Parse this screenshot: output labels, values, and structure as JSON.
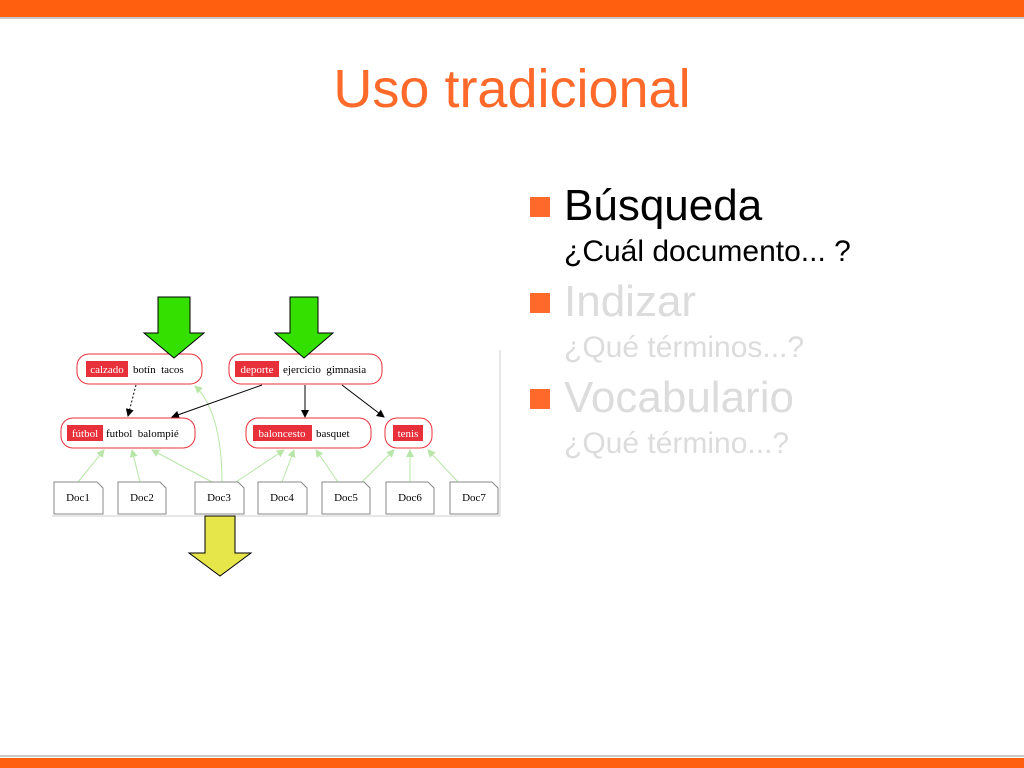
{
  "slide": {
    "title": "Uso tradicional"
  },
  "bullets": [
    {
      "head": "Búsqueda",
      "sub": "¿Cuál documento... ?"
    },
    {
      "head": "Indizar",
      "sub": "¿Qué términos...?"
    },
    {
      "head": "Vocabulario",
      "sub": "¿Qué término...?"
    }
  ],
  "diagram": {
    "concepts": {
      "calzado": {
        "label": "calzado",
        "terms": "botín  tacos"
      },
      "deporte": {
        "label": "deporte",
        "terms": "ejercicio  gimnasia"
      },
      "futbol": {
        "label": "fútbol",
        "terms": "futbol  balompié"
      },
      "baloncesto": {
        "label": "baloncesto",
        "terms": "basquet"
      },
      "tenis": {
        "label": "tenis",
        "terms": ""
      }
    },
    "documents": [
      "Doc1",
      "Doc2",
      "Doc3",
      "Doc4",
      "Doc5",
      "Doc6",
      "Doc7"
    ],
    "colors": {
      "accent": "#ff6a2b",
      "label_fill": "#e8303a",
      "node_border": "#e8303a",
      "down_arrow": "#33e000",
      "result_arrow": "#e6e64a",
      "doc_link": "#b7e6a8"
    }
  }
}
